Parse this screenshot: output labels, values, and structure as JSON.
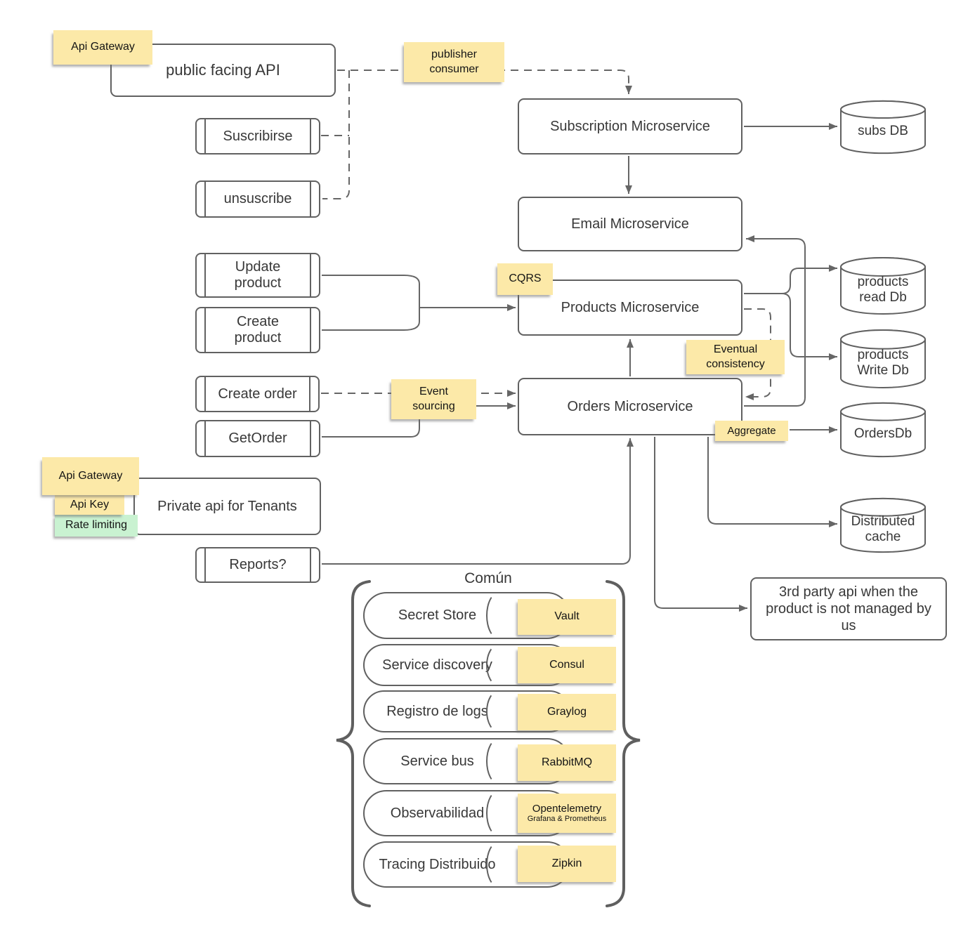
{
  "colors": {
    "sticky_yellow": "#fce9a8",
    "sticky_green": "#c9f2d1",
    "line_stroke": "#666666",
    "shape_border": "#616161"
  },
  "nodes": {
    "public_api": {
      "label": "public facing API"
    },
    "subscription_ms": {
      "label": "Subscription Microservice"
    },
    "email_ms": {
      "label": "Email Microservice"
    },
    "products_ms": {
      "label": "Products Microservice"
    },
    "orders_ms": {
      "label": "Orders Microservice"
    },
    "private_api": {
      "label": "Private api for Tenants"
    },
    "third_party": {
      "label": "3rd party api when the product is not managed by us"
    },
    "suscribirse": {
      "label": "Suscribirse"
    },
    "unsuscribe": {
      "label": "unsuscribe"
    },
    "update_product": {
      "label": "Update product"
    },
    "create_product": {
      "label": "Create product"
    },
    "create_order": {
      "label": "Create order"
    },
    "get_order": {
      "label": "GetOrder"
    },
    "reports": {
      "label": "Reports?"
    }
  },
  "databases": {
    "subs_db": {
      "label": "subs DB"
    },
    "products_read_db": {
      "label": "products read Db"
    },
    "products_write_db": {
      "label": "products Write Db"
    },
    "orders_db": {
      "label": "OrdersDb"
    },
    "distributed_cache": {
      "label": "Distributed cache"
    }
  },
  "stickies": {
    "api_gateway_top": {
      "label": "Api Gateway"
    },
    "publisher_consumer": {
      "label": "publisher consumer"
    },
    "cqrs": {
      "label": "CQRS"
    },
    "eventual_consistency": {
      "label": "Eventual consistency"
    },
    "event_sourcing": {
      "label": "Event sourcing"
    },
    "aggregate": {
      "label": "Aggregate"
    },
    "api_gateway_private": {
      "label": "Api Gateway"
    },
    "api_key": {
      "label": "Api Key"
    },
    "rate_limiting": {
      "label": "Rate limiting"
    }
  },
  "comun": {
    "title": "Común",
    "rows": [
      {
        "label": "Secret Store",
        "tool": "Vault"
      },
      {
        "label": "Service discovery",
        "tool": "Consul"
      },
      {
        "label": "Registro de logs",
        "tool": "Graylog"
      },
      {
        "label": "Service bus",
        "tool": "RabbitMQ"
      },
      {
        "label": "Observabilidad",
        "tool": "Opentelemetry",
        "tool_sub": "Grafana & Prometheus"
      },
      {
        "label": "Tracing Distribuido",
        "tool": "Zipkin"
      }
    ]
  }
}
